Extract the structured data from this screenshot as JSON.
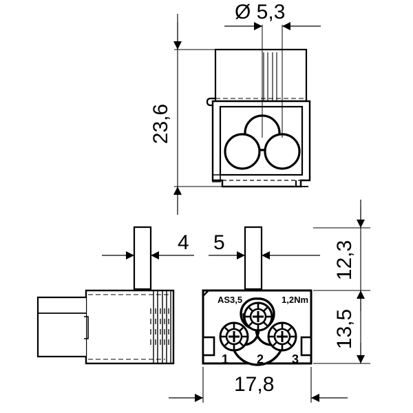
{
  "drawing": {
    "title": "Connector terminal block dimensioned drawing",
    "background_color": "#ffffff",
    "line_color": "#000000",
    "units": "mm",
    "decimal_separator": ","
  },
  "dimensions": {
    "bore_diameter": {
      "label": "Ø 5,3",
      "symbol": "Ø",
      "value": "5,3",
      "orientation": "horizontal",
      "view": "top-view"
    },
    "height_overall": {
      "label": "23,6",
      "value": "23,6",
      "orientation": "vertical",
      "view": "top-view"
    },
    "pin_width_left": {
      "label": "4",
      "value": "4",
      "orientation": "horizontal",
      "view": "side-view"
    },
    "pin_width_right": {
      "label": "5",
      "value": "5",
      "orientation": "horizontal",
      "view": "front-view"
    },
    "height_upper": {
      "label": "12,3",
      "value": "12,3",
      "orientation": "vertical",
      "view": "front-view"
    },
    "height_lower": {
      "label": "13,5",
      "value": "13,5",
      "orientation": "vertical",
      "view": "front-view"
    },
    "width_overall": {
      "label": "17,8",
      "value": "17,8",
      "orientation": "horizontal",
      "view": "front-view"
    }
  },
  "markings": {
    "wire_size": "AS3,5",
    "torque": "1,2Nm"
  },
  "terminals": [
    {
      "number": "1"
    },
    {
      "number": "2"
    },
    {
      "number": "3"
    }
  ],
  "views": {
    "top": {
      "name": "top-view"
    },
    "side": {
      "name": "side-view"
    },
    "front": {
      "name": "front-view"
    }
  }
}
